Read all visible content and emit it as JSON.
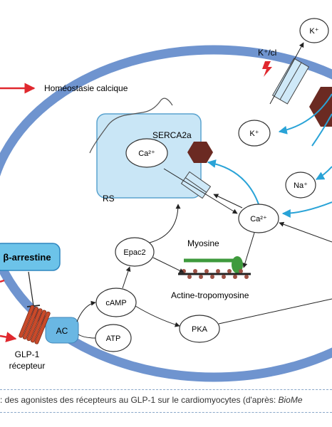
{
  "labels": {
    "homeostasis": "Homéostasie calcique",
    "k_channel": "K⁺/cl",
    "k_top": "K⁺",
    "k_bottom": "K⁺",
    "na": "Na⁺",
    "serca": "SERCA2a",
    "ca_rs": "Ca²⁺",
    "rs": "RS",
    "ca_cyto": "Ca²⁺",
    "myosin": "Myosine",
    "actin": "Actine-tropomyosine",
    "epac": "Epac2",
    "camp": "cAMP",
    "atp": "ATP",
    "pka": "PKA",
    "ac": "AC",
    "arrestin": "β-arrestine",
    "receptor_line1": "GLP-1",
    "receptor_line2": "récepteur"
  },
  "caption": {
    "text": ": des agonistes des récepteurs au GLP-1 sur le cardiomyocytes (d'après: ",
    "source": "BioMe"
  },
  "colors": {
    "membrane": "#6f94cf",
    "rs_fill": "#c9e6f6",
    "rs_stroke": "#5aa3cf",
    "arrow_cyan": "#29a3d7",
    "arrow_red": "#e0282e",
    "serca": "#6b2a22",
    "arrestin_fill": "#6cc3e9",
    "ac_fill": "#6ab7e3",
    "receptor": "#c94a2a",
    "myosin": "#3f9a3d",
    "actin_dots": "#9c5144"
  }
}
